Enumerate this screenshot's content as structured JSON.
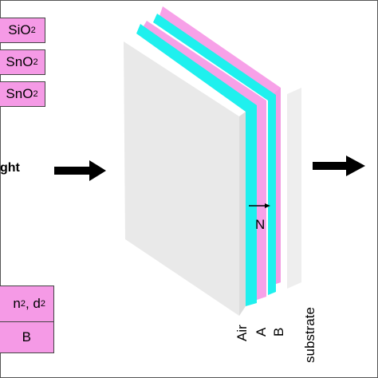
{
  "left_labels": [
    {
      "base": "SiO",
      "sub": "2"
    },
    {
      "base": "SnO",
      "sub": "2"
    },
    {
      "base": "SnO",
      "sub": "2"
    }
  ],
  "light_text": "ght",
  "table_cells": [
    {
      "pre": "n",
      "sub1": "2",
      "mid": ", d",
      "sub2": "2"
    },
    {
      "text": "B"
    }
  ],
  "normal_label": "N",
  "layer_labels": [
    "Air",
    "A",
    "B",
    "substrate"
  ],
  "colors": {
    "layer_a": "#1ff0ee",
    "layer_b": "#f7a1e8",
    "substrate": "#e8e8e8",
    "box_fill": "#f59ae6"
  },
  "icons": [
    "right-arrow-icon",
    "right-arrow-icon"
  ]
}
